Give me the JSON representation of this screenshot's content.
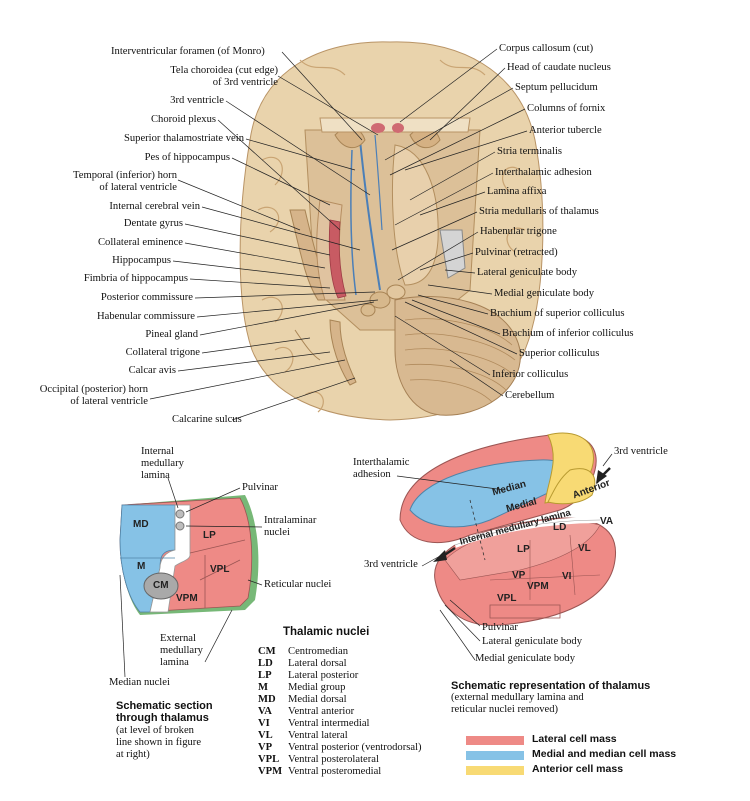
{
  "colors": {
    "lateral": "#ee8a86",
    "medial": "#86c2e6",
    "anterior": "#f8da74",
    "reticular": "#77b877",
    "brain": "#e7cfa6",
    "brain_dark": "#caa97a"
  },
  "left_labels": [
    "Interventricular foramen (of Monro)",
    "Tela choroidea (cut edge)",
    "of 3rd ventricle",
    "3rd ventricle",
    "Choroid plexus",
    "Superior thalamostriate vein",
    "Pes of hippocampus",
    "Temporal (inferior) horn",
    "of lateral ventricle",
    "Internal cerebral vein",
    "Dentate gyrus",
    "Collateral eminence",
    "Hippocampus",
    "Fimbria of hippocampus",
    "Posterior commissure",
    "Habenular commissure",
    "Pineal gland",
    "Collateral trigone",
    "Calcar avis",
    "Occipital (posterior) horn",
    "of lateral ventricle",
    "Calcarine sulcus"
  ],
  "right_labels": [
    "Corpus callosum (cut)",
    "Head of caudate nucleus",
    "Septum pellucidum",
    "Columns of fornix",
    "Anterior tubercle",
    "Stria terminalis",
    "Interthalamic adhesion",
    "Lamina affixa",
    "Stria medullaris of thalamus",
    "Habenular trigone",
    "Pulvinar (retracted)",
    "Lateral geniculate body",
    "Medial geniculate body",
    "Brachium of superior colliculus",
    "Brachium of inferior colliculus",
    "Superior colliculus",
    "Inferior colliculus",
    "Cerebellum"
  ],
  "section": {
    "internal_lamina": [
      "Internal",
      "medullary",
      "lamina"
    ],
    "pulvinar": "Pulvinar",
    "intralaminar": [
      "Intralaminar",
      "nuclei"
    ],
    "reticular": "Reticular nuclei",
    "external_lamina": [
      "External",
      "medullary",
      "lamina"
    ],
    "median": "Median nuclei",
    "nuclei": [
      "MD",
      "LP",
      "M",
      "VPL",
      "CM",
      "VPM"
    ],
    "caption_title": [
      "Schematic section",
      "through thalamus"
    ],
    "caption_sub": [
      "(at level of broken",
      "line shown in figure",
      "at right)"
    ]
  },
  "thalamic": {
    "title": "Thalamic nuclei",
    "rows": [
      {
        "abbr": "CM",
        "name": "Centromedian"
      },
      {
        "abbr": "LD",
        "name": "Lateral dorsal"
      },
      {
        "abbr": "LP",
        "name": "Lateral posterior"
      },
      {
        "abbr": "M",
        "name": "Medial group"
      },
      {
        "abbr": "MD",
        "name": "Medial dorsal"
      },
      {
        "abbr": "VA",
        "name": "Ventral anterior"
      },
      {
        "abbr": "VI",
        "name": "Ventral intermedial"
      },
      {
        "abbr": "VL",
        "name": "Ventral lateral"
      },
      {
        "abbr": "VP",
        "name": "Ventral posterior (ventrodorsal)"
      },
      {
        "abbr": "VPL",
        "name": "Ventral posterolateral"
      },
      {
        "abbr": "VPM",
        "name": "Ventral posteromedial"
      }
    ]
  },
  "schematic": {
    "third_ventricle_top": "3rd ventricle",
    "interthalamic": [
      "Interthalamic",
      "adhesion"
    ],
    "third_ventricle_left": "3rd ventricle",
    "pulvinar": "Pulvinar",
    "lateral_gen": "Lateral geniculate body",
    "medial_gen": "Medial geniculate body",
    "nuclei": [
      "Median",
      "Medial",
      "Anterior",
      "Internal medullary lamina",
      "LD",
      "VA",
      "LP",
      "VL",
      "VI",
      "VP",
      "VPL",
      "VPM"
    ],
    "caption_title": "Schematic representation of thalamus",
    "caption_sub": [
      "(external medullary lamina and",
      "reticular nuclei removed)"
    ]
  },
  "legend": [
    {
      "label": "Lateral cell mass",
      "color": "#ee8a86"
    },
    {
      "label": "Medial and median cell mass",
      "color": "#86c2e6"
    },
    {
      "label": "Anterior cell mass",
      "color": "#f8da74"
    }
  ]
}
